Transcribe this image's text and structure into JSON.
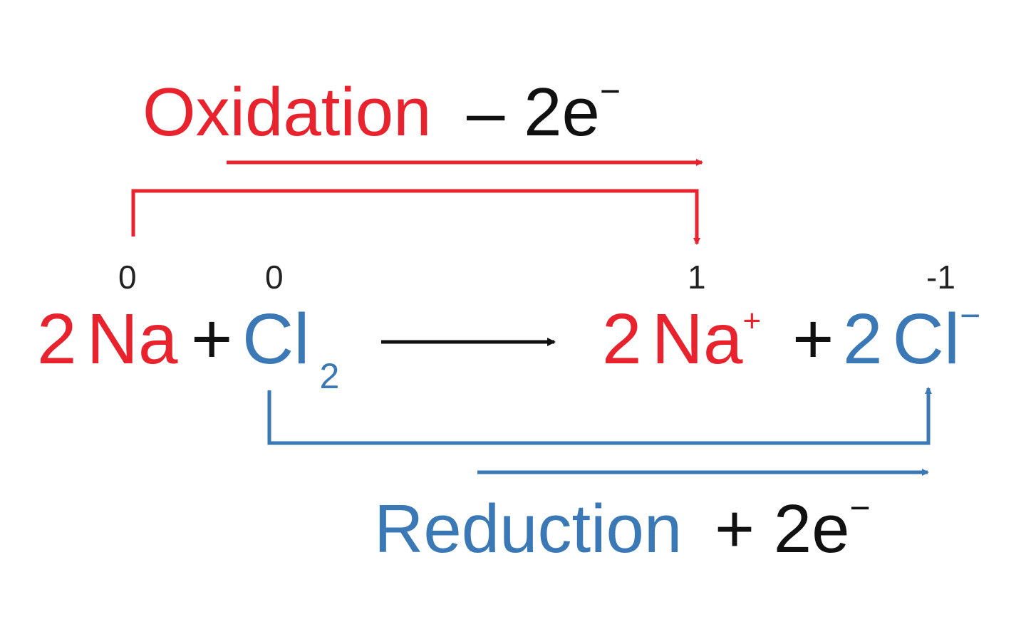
{
  "colors": {
    "oxidation": "#e8232e",
    "reduction": "#3b78b6",
    "neutral": "#111111"
  },
  "oxidation": {
    "label": "Oxidation",
    "electrons": "– 2e",
    "charge": "−"
  },
  "reduction": {
    "label": "Reduction",
    "electrons": "+ 2e",
    "charge": "−"
  },
  "reactants": [
    {
      "coef": "2",
      "symbol": "Na",
      "ox_state": "0"
    },
    {
      "operator": "+"
    },
    {
      "symbol": "Cl",
      "subscript": "2",
      "ox_state": "0"
    }
  ],
  "products": [
    {
      "coef": "2",
      "symbol": "Na",
      "charge": "+",
      "ox_state": "1"
    },
    {
      "operator": "+"
    },
    {
      "coef": "2",
      "symbol": "Cl",
      "charge": "−",
      "ox_state": "-1"
    }
  ]
}
